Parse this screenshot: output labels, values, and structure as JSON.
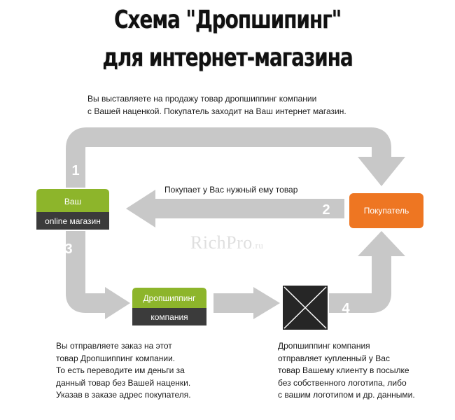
{
  "title": {
    "line1": "Схема \"Дропшипинг\"",
    "line2": "для интернет-магазина"
  },
  "colors": {
    "arrow": "#c8c8c8",
    "shop_green": "#8db52b",
    "dark": "#3b3b3b",
    "buyer_orange": "#ee7622",
    "cross_box": "#262626"
  },
  "steps": {
    "step1": {
      "number": "1",
      "text": "Вы выставляете на продажу товар дропшиппинг компании\nс Вашей наценкой. Покупатель заходит на Ваш интернет магазин."
    },
    "step2": {
      "number": "2",
      "text": "Покупает у Вас нужный ему товар"
    },
    "step3": {
      "number": "3",
      "text": "Вы отправляете заказ на этот\nтовар Дропшиппинг компании.\nТо есть переводите им деньги за\nданный товар без Вашей наценки.\nУказав в заказе адрес покупателя."
    },
    "step4": {
      "number": "4",
      "text": "Дропшиппинг компания\nотправляет купленный у Вас\nтовар Вашему клиенту в посылке\nбез собственного логотипа, либо\nс вашим логотипом и др. данными."
    }
  },
  "boxes": {
    "shop": {
      "top": "Ваш",
      "bottom": "online магазин"
    },
    "dropship": {
      "top": "Дропшиппинг",
      "bottom": "компания"
    },
    "buyer": {
      "label": "Покупатель"
    },
    "parcel": {
      "icon": "crossed-box-icon"
    }
  },
  "watermark": {
    "main": "RichPro",
    "domain": ".ru"
  }
}
